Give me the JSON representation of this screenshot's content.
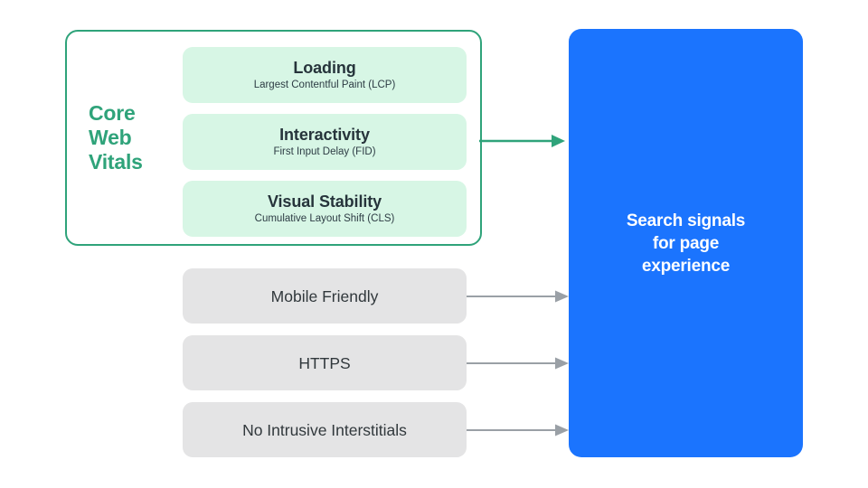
{
  "diagram": {
    "title": "Search signals for page experience",
    "colors": {
      "green_accent": "#2FA37A",
      "green_fill": "#D7F6E5",
      "gray_fill": "#E4E4E5",
      "blue_fill": "#1B74FE",
      "gray_arrow": "#9AA0A6",
      "text_dark": "#26343B",
      "text_white": "#FFFFFF"
    },
    "core_web_vitals": {
      "label": "Core\nWeb\nVitals",
      "label_lines": [
        "Core",
        "Web",
        "Vitals"
      ],
      "metrics": [
        {
          "title": "Loading",
          "subtitle": "Largest Contentful Paint (LCP)"
        },
        {
          "title": "Interactivity",
          "subtitle": "First Input Delay (FID)"
        },
        {
          "title": "Visual Stability",
          "subtitle": "Cumulative Layout Shift (CLS)"
        }
      ]
    },
    "other_signals": [
      {
        "title": "Mobile Friendly"
      },
      {
        "title": "HTTPS"
      },
      {
        "title": "No Intrusive Interstitials"
      }
    ],
    "outcome": {
      "lines": [
        "Search signals",
        "for page",
        "experience"
      ],
      "text": "Search signals for page experience"
    }
  }
}
